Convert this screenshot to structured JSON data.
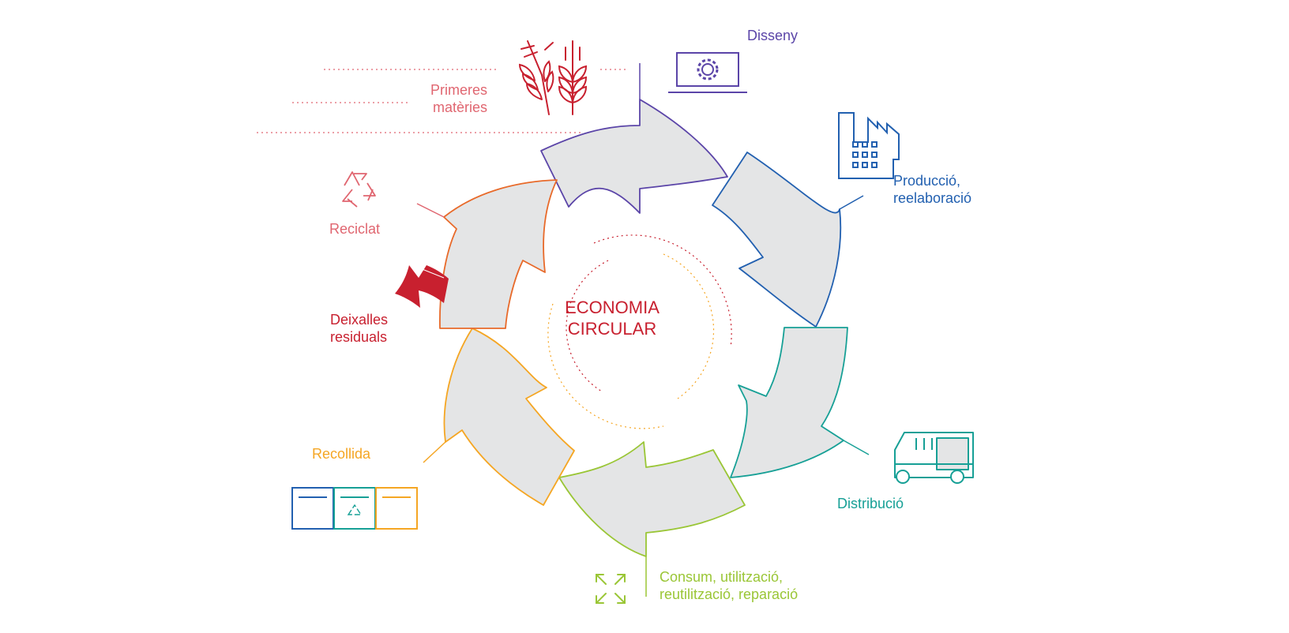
{
  "center": {
    "line1": "ECONOMIA",
    "line2": "CIRCULAR"
  },
  "stages": {
    "primeres": {
      "line1": "Primeres",
      "line2": "matèries",
      "color": "#e06670",
      "icon": "wheat-icon"
    },
    "disseny": {
      "label": "Disseny",
      "color": "#5b45a8",
      "icon": "laptop-gear-icon"
    },
    "produccio": {
      "line1": "Producció,",
      "line2": "reelaboració",
      "color": "#2260b0",
      "icon": "factory-icon"
    },
    "distribucio": {
      "label": "Distribució",
      "color": "#17a096",
      "icon": "truck-icon"
    },
    "consum": {
      "line1": "Consum, utilització,",
      "line2": "reutilització, reparació",
      "color": "#9ac636",
      "icon": "expand-arrows-icon"
    },
    "recollida": {
      "label": "Recollida",
      "color": "#f5a623",
      "icon": "recycling-bins-icon"
    },
    "deixalles": {
      "line1": "Deixalles",
      "line2": "residuals",
      "color": "#c8202f",
      "icon": "red-arrow-icon"
    },
    "reciclat": {
      "label": "Reciclat",
      "color": "#e06670",
      "icon": "recycle-icon"
    }
  }
}
